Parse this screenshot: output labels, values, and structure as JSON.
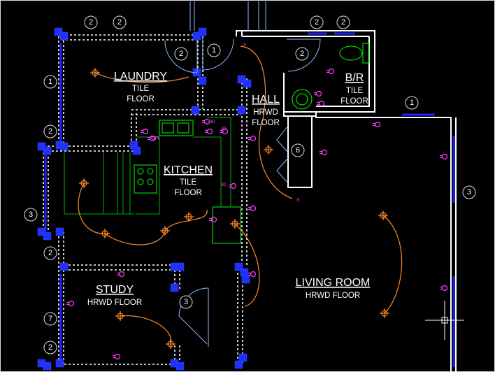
{
  "rooms": {
    "laundry": {
      "name": "LAUNDRY",
      "line1": "TILE",
      "line2": "FLOOR"
    },
    "bath": {
      "name": "B/R",
      "line1": "TILE",
      "line2": "FLOOR"
    },
    "hall": {
      "name": "HALL",
      "line1": "HRWD",
      "line2": "FLOOR"
    },
    "kitchen": {
      "name": "KITCHEN",
      "line1": "TILE",
      "line2": "FLOOR"
    },
    "study": {
      "name": "STUDY",
      "line1": "HRWD FLOOR"
    },
    "living": {
      "name": "LIVING ROOM",
      "line1": "HRWD FLOOR"
    }
  },
  "tags": {
    "top_a": "2",
    "top_b": "2",
    "top_c": "2",
    "top_d": "2",
    "door_a": "2",
    "door_b": "1",
    "bath_door": "2",
    "left_1": "1",
    "left_2": "2",
    "left_3": "3",
    "left_4": "2",
    "left_7": "7",
    "left_5": "2",
    "living_top": "1",
    "living_right": "3",
    "closet": "6",
    "study_door": "3"
  },
  "marks": {
    "j1": "3",
    "j2": "3",
    "gfi": "GFI",
    "k1": "30",
    "k2": "30",
    "k3": "30"
  },
  "colors": {
    "wall": "#ffffff",
    "window": "#2020ff",
    "wire": "#ff8a2a",
    "jack": "#ff40ff",
    "cabinet": "#00ff00"
  }
}
